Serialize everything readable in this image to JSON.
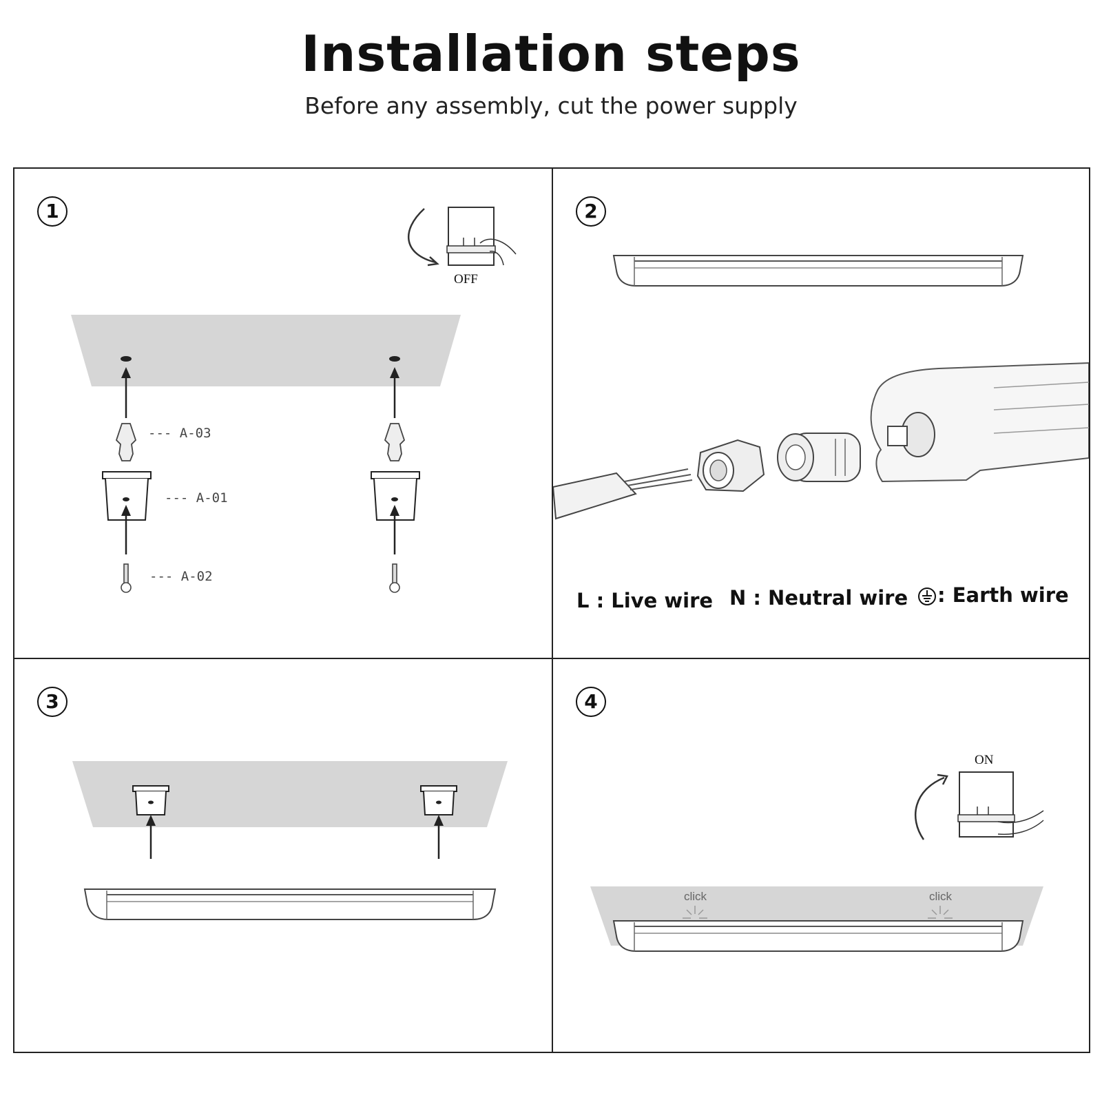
{
  "header": {
    "title": "Installation steps",
    "subtitle": "Before any assembly, cut the power supply"
  },
  "steps": [
    {
      "number": "1",
      "switch_label": "OFF",
      "parts": [
        {
          "code": "--- A-03",
          "name": "wall plug"
        },
        {
          "code": "--- A-01",
          "name": "mounting clip"
        },
        {
          "code": "--- A-02",
          "name": "screw"
        }
      ]
    },
    {
      "number": "2",
      "wires": [
        {
          "symbol": "L",
          "label": "L : Live wire"
        },
        {
          "symbol": "N",
          "label": "N : Neutral wire"
        },
        {
          "symbol": "earth",
          "label": ": Earth wire"
        }
      ]
    },
    {
      "number": "3"
    },
    {
      "number": "4",
      "switch_label": "ON",
      "click_labels": [
        "click",
        "click"
      ]
    }
  ],
  "colors": {
    "ceiling": "#d6d6d6",
    "line": "#333333",
    "border": "#222222"
  }
}
